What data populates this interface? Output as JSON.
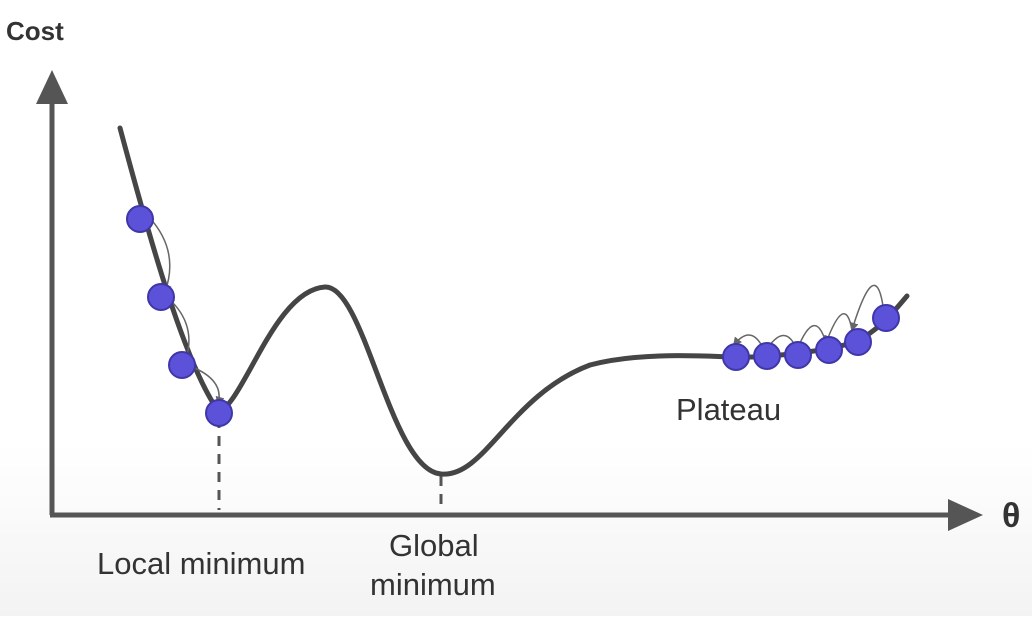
{
  "diagram": {
    "y_axis_label": "Cost",
    "x_axis_label": "θ",
    "labels": {
      "local_minimum": "Local minimum",
      "global_minimum_line1": "Global",
      "global_minimum_line2": "minimum",
      "plateau": "Plateau"
    },
    "colors": {
      "curve": "#454545",
      "axis": "#555555",
      "dot_fill": "#5c51d9",
      "dot_stroke": "#3f37a8",
      "text": "#333333"
    },
    "descent_steps_left": 4,
    "descent_steps_plateau": 6
  }
}
